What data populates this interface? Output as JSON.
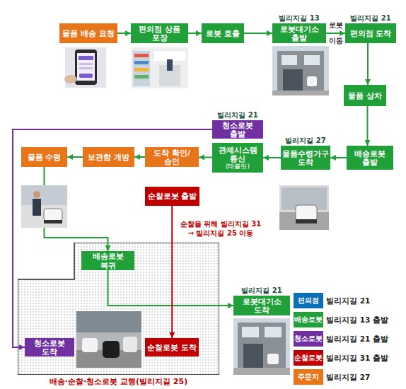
{
  "diagram": {
    "nodes": [
      {
        "text": [
          "물품 배송 요청"
        ]
      },
      {
        "text": [
          "편의점 상품 포장"
        ]
      },
      {
        "text": [
          "로봇 호출"
        ]
      },
      {
        "text": [
          "빌리지길 13",
          "로봇대기소 출발"
        ]
      },
      {
        "text": [
          "빌리지길 21",
          "편의점 도착"
        ]
      },
      {
        "text": [
          "물품 상차"
        ]
      },
      {
        "text": [
          "빌리지길 21",
          "청소로봇 출발"
        ]
      },
      {
        "text": [
          "물품 수령"
        ]
      },
      {
        "text": [
          "보관함 개방"
        ]
      },
      {
        "text": [
          "도착 확인/승인"
        ]
      },
      {
        "text": [
          "관제시스템 통신",
          "(태블릿)"
        ]
      },
      {
        "text": [
          "빌리지길 27",
          "물품수령가구 도착"
        ]
      },
      {
        "text": [
          "배송로봇 출발"
        ]
      },
      {
        "text": [
          "순찰로봇 출발"
        ]
      },
      {
        "text": [
          "배송·순찰·청소로봇 교행(빌리지길 25)"
        ]
      },
      {
        "text": [
          "배송로봇 복귀"
        ],
        "in": 14
      },
      {
        "text": [
          "청소로봇 도착"
        ],
        "in": 14
      },
      {
        "text": [
          "순찰로봇 도착"
        ],
        "in": 14
      },
      {
        "text": [
          "빌리지길 21",
          "로봇대기소 도착"
        ]
      }
    ],
    "edges": [
      {
        "from": 0,
        "to": 1,
        "arrow": "to"
      },
      {
        "from": 1,
        "to": 2,
        "arrow": "to"
      },
      {
        "from": 2,
        "to": 3,
        "arrow": "to"
      },
      {
        "from": 3,
        "to": 4,
        "label": "로봇 이동",
        "arrow": "to"
      },
      {
        "from": 4,
        "to": 5,
        "arrow": "to"
      },
      {
        "from": 5,
        "to": 12,
        "arrow": "to"
      },
      {
        "from": 12,
        "to": 11,
        "arrow": "to"
      },
      {
        "from": 11,
        "to": 10,
        "arrow": "to"
      },
      {
        "from": 10,
        "to": 9,
        "arrow": "to"
      },
      {
        "from": 9,
        "to": 8,
        "arrow": "to"
      },
      {
        "from": 8,
        "to": 7,
        "arrow": "to"
      },
      {
        "from": 7,
        "to": 15,
        "arrow": "to"
      },
      {
        "from": 15,
        "to": 18,
        "arrow": "to"
      },
      {
        "from": 6,
        "to": 16,
        "arrow": "to"
      },
      {
        "from": 13,
        "to": 17,
        "label": "순찰을 위해 빌리지길 31 → 빌리지길 25 이동",
        "arrow": "to"
      }
    ],
    "labels": [
      "빌리지길 21",
      "빌리지길 13 출발",
      "빌리지길 21 출발",
      "빌리지길 31 출발",
      "빌리지길 27"
    ],
    "legend": [
      {
        "text": "편의점",
        "color": "#0b6fb8"
      },
      {
        "text": "배송로봇",
        "color": "#21a03a"
      },
      {
        "text": "청소로봇",
        "color": "#7030a0"
      },
      {
        "text": "순찰로봇",
        "color": "#c00000"
      },
      {
        "text": "주문지",
        "color": "#e8751a"
      }
    ]
  }
}
